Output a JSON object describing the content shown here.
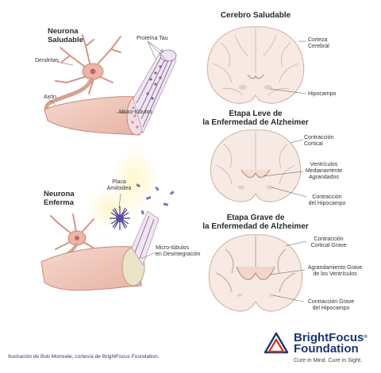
{
  "left": {
    "healthy_neuron_title_1": "Neurona",
    "healthy_neuron_title_2": "Saludable",
    "dendrites_label": "Dendritas",
    "axon_label": "Axón",
    "tau_label": "Proteína Tau",
    "microtubules_label": "Micro-túbulos",
    "diseased_neuron_title_1": "Neurona",
    "diseased_neuron_title_2": "Enferma",
    "plaque_label_1": "Placa",
    "plaque_label_2": "Amiloidea",
    "disintegrating_label_1": "Micro-túbulos",
    "disintegrating_label_2": "en Desintegración"
  },
  "right": {
    "healthy_brain_title": "Cerebro Saludable",
    "cortex_label_1": "Corteza",
    "cortex_label_2": "Cerebral",
    "hippocampus_label": "Hipocampo",
    "mild_title_1": "Etapa Leve de",
    "mild_title_2": "la Enfermedad de Alzheimer",
    "cortical_shrink_1": "Contracción",
    "cortical_shrink_2": "Cortical",
    "ventricles_1": "Ventrículos",
    "ventricles_2": "Medianamente",
    "ventricles_3": "Agrandados",
    "hippo_shrink_1": "Contracción",
    "hippo_shrink_2": "del Hipocampo",
    "severe_title_1": "Etapa Grave de",
    "severe_title_2": "la Enfermedad de Alzheimer",
    "severe_cortical_1": "Contracción",
    "severe_cortical_2": "Cortical Grave",
    "severe_ventricles_1": "Agrandamiento Grave",
    "severe_ventricles_2": "de los Ventrículos",
    "severe_hippo_1": "Contracción Grave",
    "severe_hippo_2": "del Hipocampo"
  },
  "footer": {
    "credit": "Ilustración de Bob Morreale, cortesía de BrightFocus Foundation.",
    "brand_line1": "BrightFocus",
    "brand_reg": "®",
    "brand_line2": "Foundation",
    "tagline": "Cure in Mind. Cure in Sight."
  },
  "colors": {
    "brain_fill": "#f7e9e3",
    "brain_stroke": "#d9b8ab",
    "neuron_fill": "#efc2b4",
    "neuron_stroke": "#c88a7a",
    "tau": "#8a6fb0",
    "brand_blue": "#1c3770",
    "brand_red": "#d4312c"
  }
}
